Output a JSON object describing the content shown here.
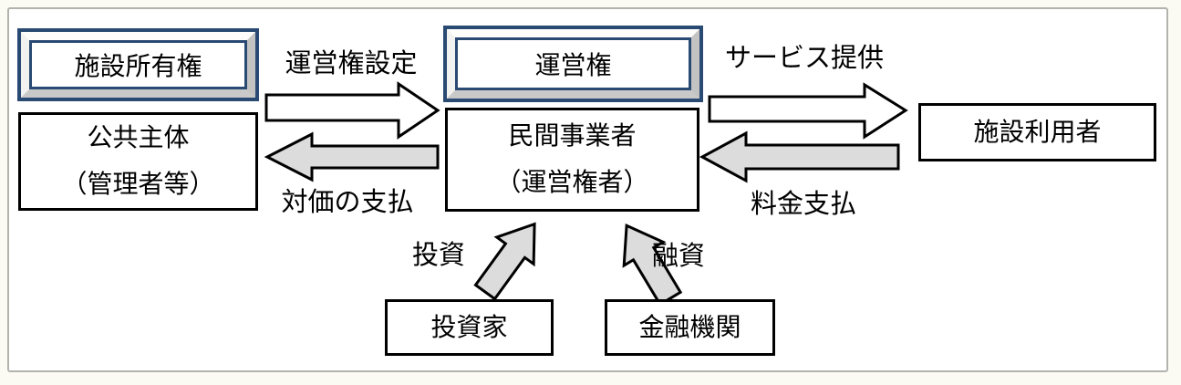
{
  "colors": {
    "canvas_background": "#fbfaf3",
    "frame_border": "#b3b3ae",
    "bevel_navy": "#294a72",
    "bevel_gray_face": "#c9c9c9",
    "arrow_gray_fill": "#dcdcdc",
    "arrow_white_fill": "#ffffff",
    "outline_black": "#000000"
  },
  "nodes": {
    "facility_ownership": {
      "label": "施設所有権"
    },
    "public_entity": {
      "line1": "公共主体",
      "line2": "（管理者等）"
    },
    "operating_right": {
      "label": "運営権"
    },
    "private_operator": {
      "line1": "民間事業者",
      "line2": "（運営権者）"
    },
    "facility_users": {
      "label": "施設利用者"
    },
    "investors": {
      "label": "投資家"
    },
    "financial_institutions": {
      "label": "金融機関"
    }
  },
  "flows": {
    "concession_grant": {
      "label": "運営権設定",
      "from": "public_entity",
      "to": "private_operator",
      "direction": "right",
      "style": "white-block-arrow"
    },
    "consideration_payment": {
      "label": "対価の支払",
      "from": "private_operator",
      "to": "public_entity",
      "direction": "left",
      "style": "gray-block-arrow"
    },
    "service_provision": {
      "label": "サービス提供",
      "from": "private_operator",
      "to": "facility_users",
      "direction": "right",
      "style": "white-block-arrow"
    },
    "fee_payment": {
      "label": "料金支払",
      "from": "facility_users",
      "to": "private_operator",
      "direction": "left",
      "style": "gray-block-arrow"
    },
    "investment": {
      "label": "投資",
      "from": "investors",
      "to": "private_operator",
      "direction": "up-right",
      "style": "gray-block-arrow"
    },
    "loan": {
      "label": "融資",
      "from": "financial_institutions",
      "to": "private_operator",
      "direction": "up-left",
      "style": "gray-block-arrow"
    }
  }
}
